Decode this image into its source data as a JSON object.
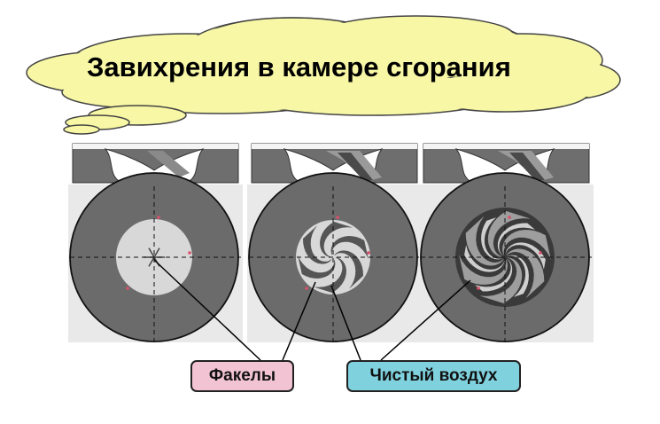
{
  "title": "Завихрения в камере сгорания",
  "labels": {
    "flames": "Факелы",
    "clean_air": "Чистый воздух"
  },
  "colors": {
    "cloud_fill": "#f7f7a6",
    "cloud_stroke": "#444444",
    "panel_background": "#e9e9e9",
    "chamber_disc": "#6b6b6b",
    "light_core": "#d8d8d8",
    "dark_core": "#3a3a3a",
    "flames_label": "#f2c3d3",
    "clean_air_label": "#7fd1de",
    "particle": "#d9506b"
  },
  "stages": [
    {
      "name": "stage-1",
      "swirl_development": 0.0
    },
    {
      "name": "stage-2",
      "swirl_development": 0.5
    },
    {
      "name": "stage-3",
      "swirl_development": 1.0
    }
  ]
}
